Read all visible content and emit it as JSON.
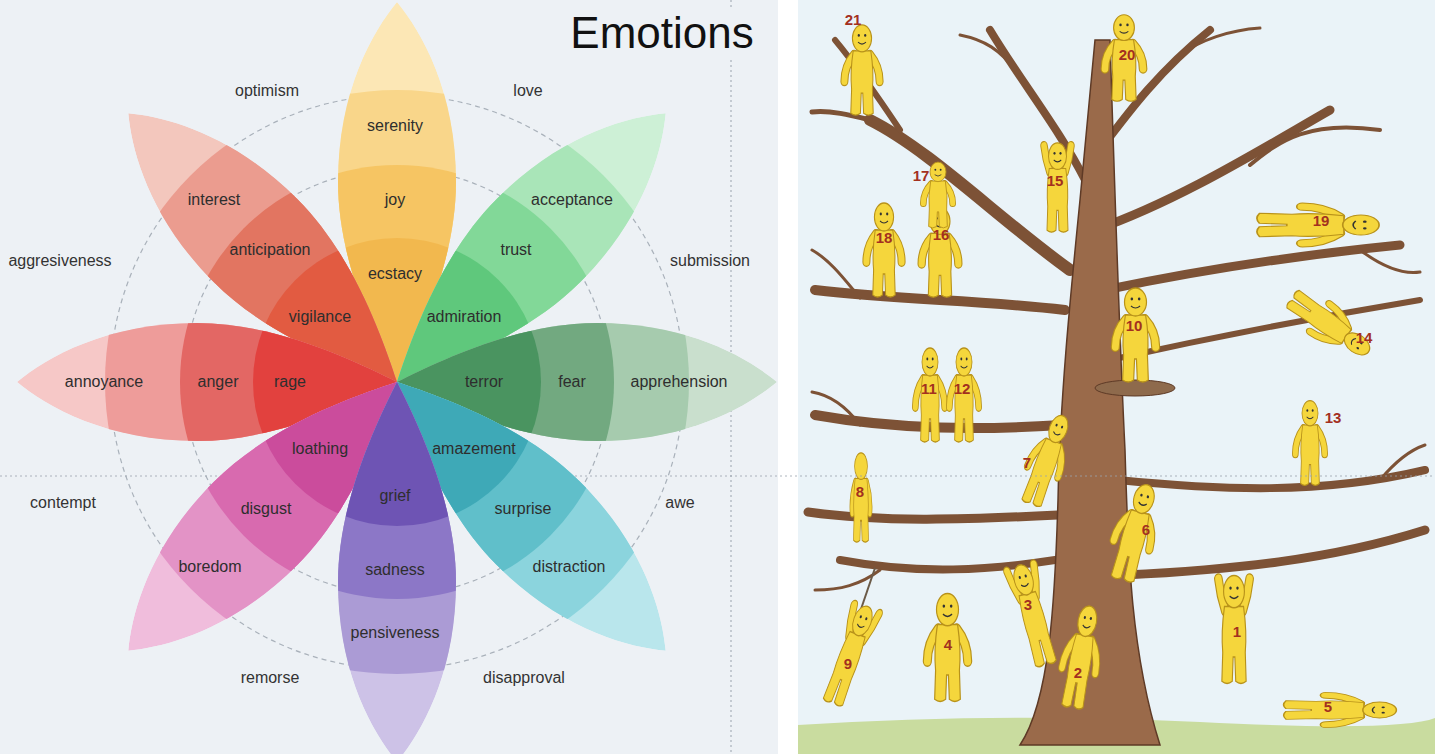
{
  "diagram": {
    "title": "Emotions",
    "nodes": [
      {
        "text": [
          "serenity",
          "joy",
          "ecstacy"
        ]
      },
      {
        "text": [
          "interest",
          "anticipation",
          "vigilance"
        ]
      },
      {
        "text": [
          "acceptance",
          "trust",
          "admiration"
        ]
      },
      {
        "text": [
          "annoyance",
          "anger",
          "rage"
        ]
      },
      {
        "text": [
          "apprehension",
          "fear",
          "terror"
        ]
      },
      {
        "text": [
          "boredom",
          "disgust",
          "loathing"
        ]
      },
      {
        "text": [
          "distraction",
          "surprise",
          "amazement"
        ]
      },
      {
        "text": [
          "pensiveness",
          "sadness",
          "grief"
        ]
      }
    ],
    "labels": [
      "optimism",
      "love",
      "aggresiveness",
      "submission",
      "contempt",
      "awe",
      "remorse",
      "disapproval",
      "21",
      "20",
      "17",
      "15",
      "18",
      "16",
      "19",
      "10",
      "14",
      "11",
      "12",
      "13",
      "7",
      "8",
      "6",
      "3",
      "1",
      "4",
      "9",
      "2",
      "5"
    ]
  }
}
